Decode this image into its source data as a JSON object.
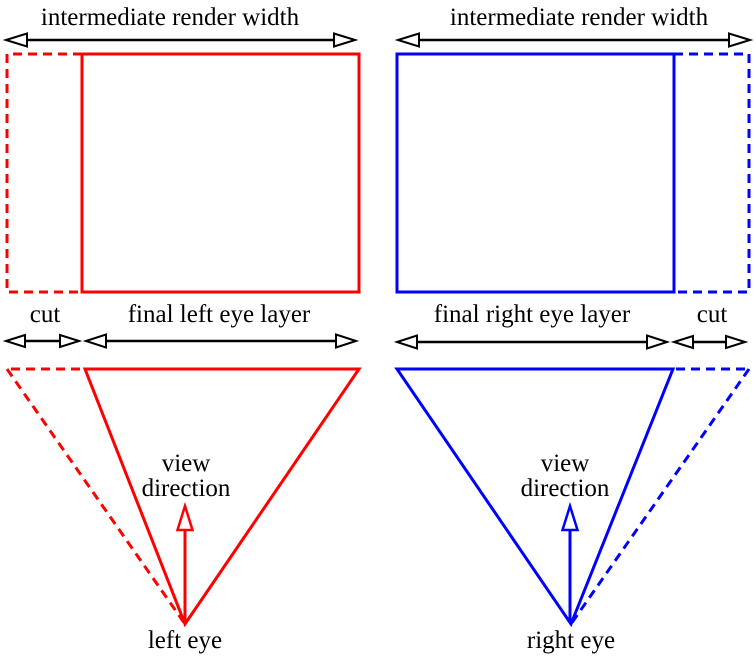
{
  "colors": {
    "red": "#ff0000",
    "blue": "#0000ff",
    "black": "#000000",
    "white": "#ffffff"
  },
  "left_panel": {
    "title": "intermediate render width",
    "cut_label": "cut",
    "layer_label": "final left eye layer",
    "view_direction_line1": "view",
    "view_direction_line2": "direction",
    "eye_label": "left eye"
  },
  "right_panel": {
    "title": "intermediate render width",
    "cut_label": "cut",
    "layer_label": "final right eye layer",
    "view_direction_line1": "view",
    "view_direction_line2": "direction",
    "eye_label": "right eye"
  }
}
